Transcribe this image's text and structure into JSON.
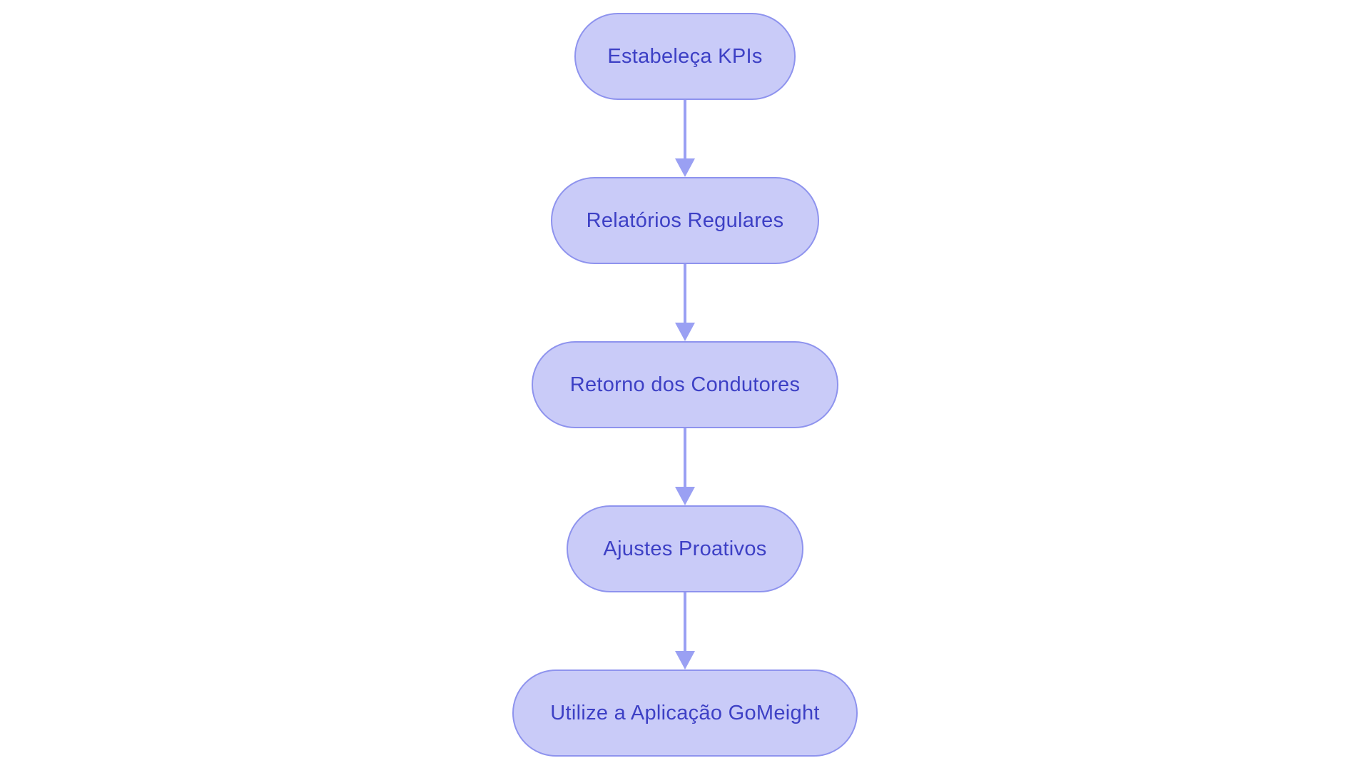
{
  "diagram": {
    "type": "flowchart",
    "direction": "top-down",
    "colors": {
      "background": "#ffffff",
      "node_fill": "#c9cbf8",
      "node_border": "#8e93ee",
      "node_text": "#3d40c5",
      "arrow": "#9aa0f3"
    },
    "nodes": [
      {
        "id": "n1",
        "label": "Estabeleça KPIs"
      },
      {
        "id": "n2",
        "label": "Relatórios Regulares"
      },
      {
        "id": "n3",
        "label": "Retorno dos Condutores"
      },
      {
        "id": "n4",
        "label": "Ajustes Proativos"
      },
      {
        "id": "n5",
        "label": "Utilize a Aplicação GoMeight"
      }
    ],
    "edges": [
      {
        "from": "n1",
        "to": "n2"
      },
      {
        "from": "n2",
        "to": "n3"
      },
      {
        "from": "n3",
        "to": "n4"
      },
      {
        "from": "n4",
        "to": "n5"
      }
    ]
  }
}
